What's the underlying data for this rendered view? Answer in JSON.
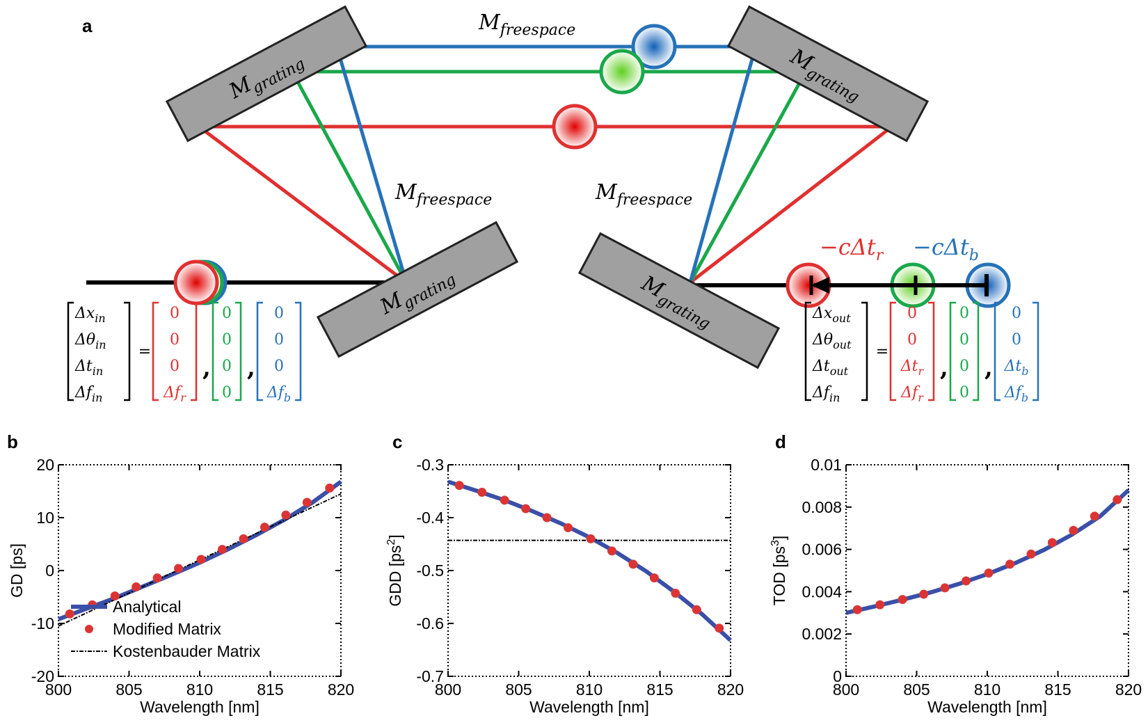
{
  "colors": {
    "red": "#e03030",
    "green": "#1aa84a",
    "blue": "#2672b8",
    "analytical": "#3a4fa8",
    "marker": "#dd3333",
    "grating": "#a0a0a0"
  },
  "panel_a": {
    "letter": "a",
    "free_top": {
      "base": "M",
      "sub": "freespace"
    },
    "free_left": {
      "base": "M",
      "sub": "freespace"
    },
    "free_right": {
      "base": "M",
      "sub": "freespace"
    },
    "grating_label": {
      "base": "M",
      "sub": "grating"
    },
    "delay_r": "−cΔt",
    "delay_r_sub": "r",
    "delay_b": "−cΔt",
    "delay_b_sub": "b",
    "equals": "=",
    "comma": ",",
    "input_vector": [
      {
        "base": "Δx",
        "sub": "in"
      },
      {
        "base": "Δθ",
        "sub": "in"
      },
      {
        "base": "Δt",
        "sub": "in"
      },
      {
        "base": "Δf",
        "sub": "in"
      }
    ],
    "output_vector": [
      {
        "base": "Δx",
        "sub": "out"
      },
      {
        "base": "Δθ",
        "sub": "out"
      },
      {
        "base": "Δt",
        "sub": "out"
      },
      {
        "base": "Δf",
        "sub": "in"
      }
    ],
    "input_red": [
      "0",
      "0",
      "0",
      "Δf_r"
    ],
    "input_green": [
      "0",
      "0",
      "0",
      "0"
    ],
    "input_blue": [
      "0",
      "0",
      "0",
      "Δf_b"
    ],
    "output_red": [
      "0",
      "0",
      "Δt_r",
      "Δf_r"
    ],
    "output_green": [
      "0",
      "0",
      "0",
      "0"
    ],
    "output_blue": [
      "0",
      "0",
      "Δt_b",
      "Δf_b"
    ]
  },
  "chart_data": [
    {
      "panel": "b",
      "type": "line",
      "xlabel": "Wavelength [nm]",
      "ylabel": "GD [ps]",
      "xlim": [
        800,
        820
      ],
      "ylim": [
        -20,
        20
      ],
      "xticks": [
        "800",
        "805",
        "810",
        "815",
        "820"
      ],
      "yticks": [
        "-20",
        "-10",
        "0",
        "10",
        "20"
      ],
      "legend": [
        "Analytical",
        "Modified Matrix",
        "Kostenbauder Matrix"
      ],
      "legend_position": "bottom-left",
      "series": [
        {
          "name": "Analytical",
          "x": [
            800,
            802,
            804,
            806,
            808,
            810,
            812,
            814,
            816,
            818,
            820
          ],
          "y": [
            -9.2,
            -7.2,
            -5.2,
            -3.0,
            -0.8,
            1.5,
            4.0,
            6.7,
            9.6,
            12.9,
            16.8
          ]
        },
        {
          "name": "Modified Matrix",
          "x": [
            800.8,
            802.4,
            804.0,
            805.5,
            807.0,
            808.5,
            810.1,
            811.6,
            813.1,
            814.6,
            816.1,
            817.6,
            819.2
          ],
          "y": [
            -8.2,
            -6.5,
            -4.8,
            -3.1,
            -1.4,
            0.4,
            2.1,
            4.0,
            6.0,
            8.2,
            10.5,
            12.9,
            15.6
          ]
        },
        {
          "name": "Kostenbauder Matrix",
          "x": [
            800,
            820
          ],
          "y": [
            -10.5,
            14.5
          ]
        }
      ]
    },
    {
      "panel": "c",
      "type": "line",
      "xlabel": "Wavelength [nm]",
      "ylabel": "GDD [ps",
      "ylabel_sup": "2",
      "ylabel_end": "]",
      "xlim": [
        800,
        820
      ],
      "ylim": [
        -0.7,
        -0.3
      ],
      "xticks": [
        "800",
        "805",
        "810",
        "815",
        "820"
      ],
      "yticks": [
        "-0.7",
        "-0.6",
        "-0.5",
        "-0.4",
        "-0.3"
      ],
      "series": [
        {
          "name": "Analytical",
          "x": [
            800,
            802,
            804,
            806,
            808,
            810,
            812,
            814,
            816,
            818,
            820
          ],
          "y": [
            -0.332,
            -0.349,
            -0.367,
            -0.388,
            -0.411,
            -0.437,
            -0.467,
            -0.501,
            -0.54,
            -0.583,
            -0.632
          ]
        },
        {
          "name": "Modified Matrix",
          "x": [
            800.8,
            802.4,
            804.0,
            805.5,
            807.0,
            808.5,
            810.1,
            811.6,
            813.1,
            814.6,
            816.1,
            817.6,
            819.2
          ],
          "y": [
            -0.339,
            -0.352,
            -0.367,
            -0.383,
            -0.4,
            -0.419,
            -0.44,
            -0.463,
            -0.488,
            -0.514,
            -0.543,
            -0.574,
            -0.609
          ]
        },
        {
          "name": "Kostenbauder Matrix",
          "x": [
            800,
            820
          ],
          "y": [
            -0.443,
            -0.443
          ]
        }
      ]
    },
    {
      "panel": "d",
      "type": "line",
      "xlabel": "Wavelength [nm]",
      "ylabel": "TOD [ps",
      "ylabel_sup": "3",
      "ylabel_end": "]",
      "xlim": [
        800,
        820
      ],
      "ylim": [
        0,
        0.01
      ],
      "xticks": [
        "800",
        "805",
        "810",
        "815",
        "820"
      ],
      "yticks": [
        "0",
        "0.002",
        "0.004",
        "0.006",
        "0.008",
        "0.01"
      ],
      "series": [
        {
          "name": "Analytical",
          "x": [
            800,
            802,
            804,
            806,
            808,
            810,
            812,
            814,
            816,
            818,
            820
          ],
          "y": [
            0.003,
            0.0033,
            0.00362,
            0.00397,
            0.00437,
            0.00483,
            0.00536,
            0.00597,
            0.0067,
            0.00757,
            0.0088
          ]
        },
        {
          "name": "Modified Matrix",
          "x": [
            800.8,
            802.4,
            804.0,
            805.5,
            807.0,
            808.5,
            810.1,
            811.6,
            813.1,
            814.6,
            816.1,
            817.6,
            819.2
          ],
          "y": [
            0.00315,
            0.00338,
            0.00363,
            0.00388,
            0.00418,
            0.00451,
            0.00488,
            0.0053,
            0.00578,
            0.00632,
            0.0069,
            0.00757,
            0.00835
          ]
        }
      ]
    }
  ]
}
